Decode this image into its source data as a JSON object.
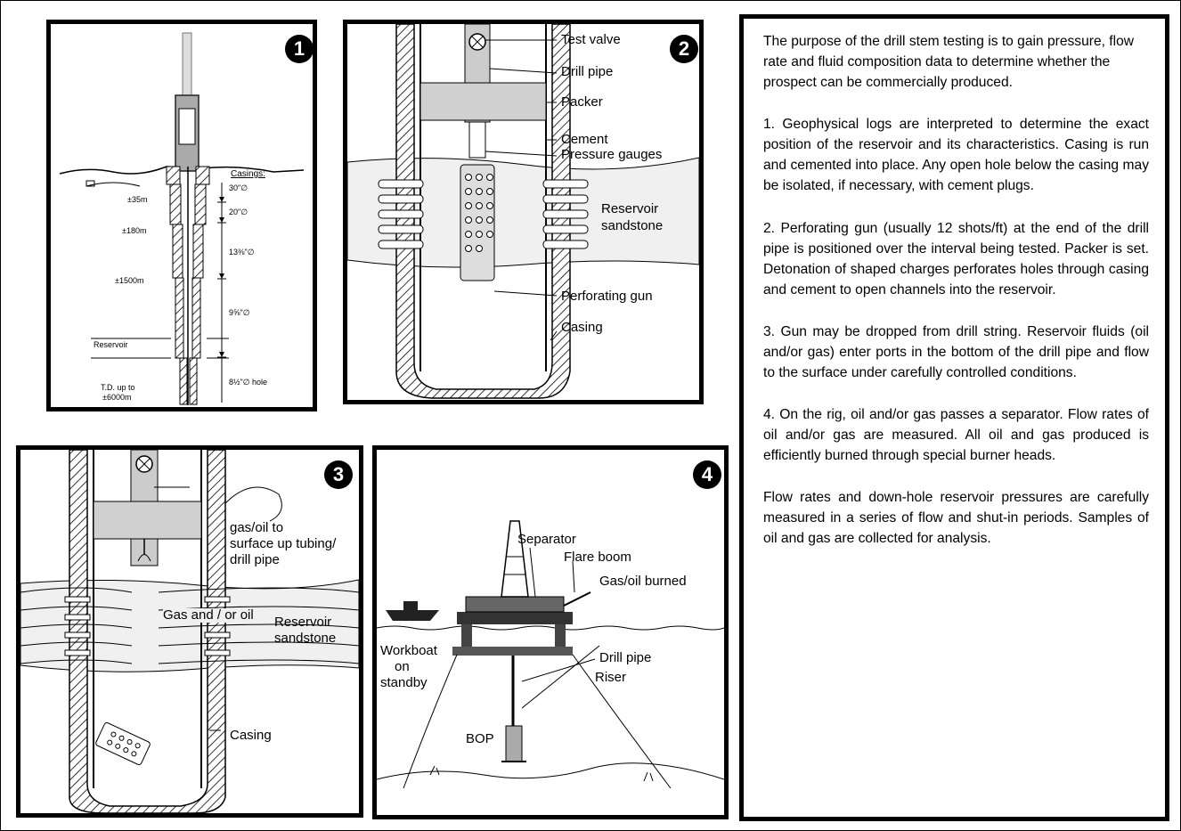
{
  "panels": [
    {
      "number": "1",
      "labels": {
        "casings": "Casings:",
        "c30": "30\"∅",
        "c20": "20\"∅",
        "c13": "13⅜\"∅",
        "c9": "9⅝\"∅",
        "c8": "8½\"∅ hole",
        "d35": "±35m",
        "d180": "±180m",
        "d1500": "±1500m",
        "reservoir": "Reservoir",
        "td1": "T.D. up to",
        "td2": "±6000m"
      }
    },
    {
      "number": "2",
      "labels": {
        "test_valve": "Test valve",
        "drill_pipe": "Drill pipe",
        "packer": "Packer",
        "cement": "Cement",
        "pressure_gauges": "Pressure gauges",
        "reservoir1": "Reservoir",
        "reservoir2": "sandstone",
        "perforating_gun": "Perforating gun",
        "casing": "Casing"
      }
    },
    {
      "number": "3",
      "labels": {
        "flow1": "gas/oil to",
        "flow2": "surface up tubing/",
        "flow3": "drill pipe",
        "gas_oil": "Gas and / or oil",
        "reservoir1": "Reservoir",
        "reservoir2": "sandstone",
        "casing": "Casing"
      }
    },
    {
      "number": "4",
      "labels": {
        "separator": "Separator",
        "flare_boom": "Flare boom",
        "burned": "Gas/oil burned",
        "workboat1": "Workboat",
        "workboat2": "on",
        "workboat3": "standby",
        "drill_pipe": "Drill pipe",
        "riser": "Riser",
        "bop": "BOP"
      }
    }
  ],
  "description": [
    "The purpose of the drill stem testing is to gain pressure, flow rate and fluid composition data to determine whether the prospect can be commercially produced.",
    "1. Geophysical logs are interpreted to determine the exact position of the reservoir and its characteristics. Casing is run and cemented into place. Any open hole below the casing may be isolated, if necessary, with cement plugs.",
    "2. Perforating gun (usually 12 shots/ft) at the end of the drill pipe is positioned over the interval being tested. Packer is set. Detonation of shaped charges perforates holes through casing and cement to open channels into the reservoir.",
    "3. Gun may be dropped from drill string. Reservoir fluids (oil and/or gas) enter ports in the bottom of the drill pipe and flow to the surface under carefully controlled conditions.",
    "4. On the rig, oil and/or gas passes a separator. Flow rates of oil and/or gas are measured. All oil and gas produced is efficiently burned through special burner heads.",
    "Flow rates and down-hole reservoir pressures are carefully measured in a series of flow and shut-in periods. Samples of oil and gas are collected for analysis."
  ]
}
